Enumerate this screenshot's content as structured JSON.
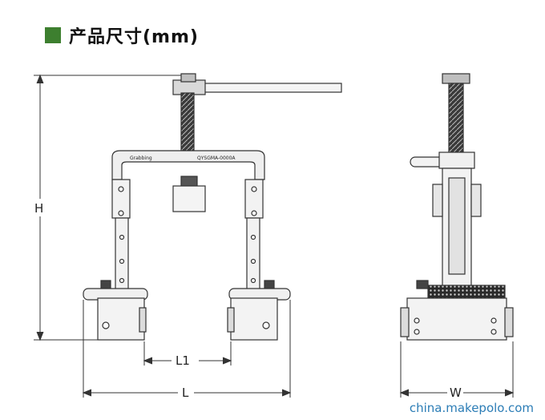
{
  "heading": {
    "text": "产品尺寸(mm)",
    "accent_color": "#3d7f2f"
  },
  "labels": {
    "H": "H",
    "L1": "L1",
    "L": "L",
    "W": "W"
  },
  "plate": {
    "brand_left": "Grabbing",
    "model": "QYSGMA-0000A"
  },
  "watermark": "china.makepolo.com",
  "colors": {
    "line": "#333333",
    "metal": "#e9e9e9",
    "spring": "#3a3a3a"
  }
}
